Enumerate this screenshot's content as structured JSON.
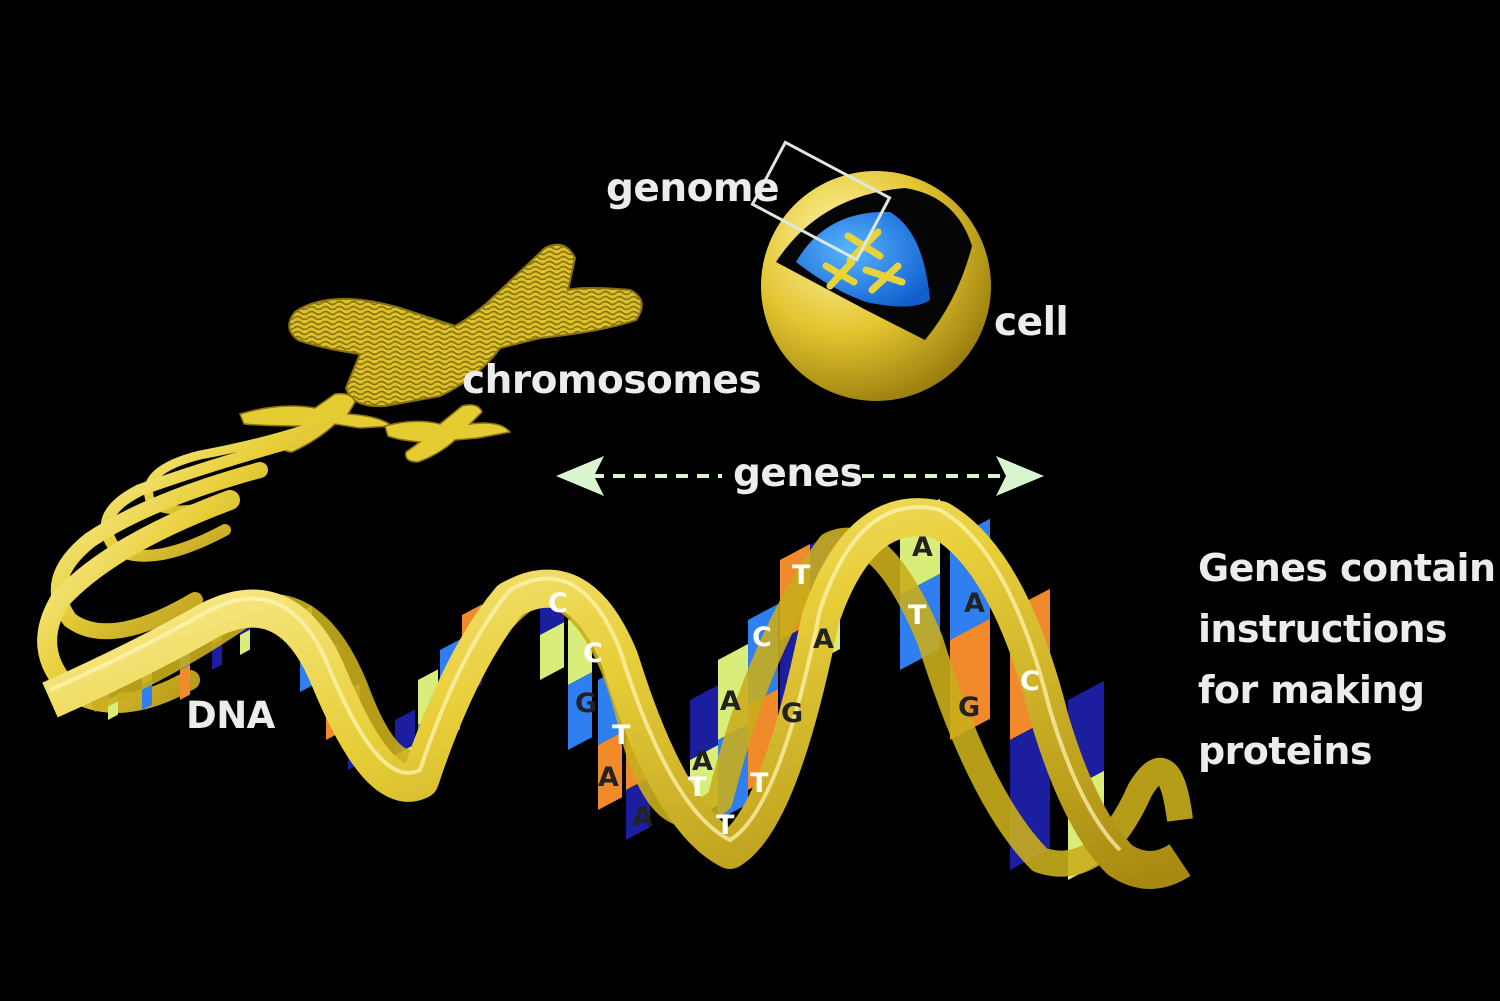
{
  "labels": {
    "genome": "genome",
    "cell": "cell",
    "chromosomes": "chromosomes",
    "genes": "genes",
    "dna": "DNA"
  },
  "caption": {
    "lines": [
      "Genes contain",
      "instructions",
      "for making",
      "proteins"
    ]
  },
  "base_letters": [
    "C",
    "C",
    "G",
    "T",
    "A",
    "A",
    "A",
    "A",
    "T",
    "T",
    "C",
    "G",
    "T",
    "A",
    "T",
    "A",
    "T",
    "A",
    "G",
    "C"
  ],
  "colors": {
    "background": "#000000",
    "ribbon": "#e8cf3a",
    "ribbon_highlight": "#fff3a0",
    "adenine": "#d9ee7a",
    "thymine": "#1b1e9e",
    "cytosine": "#2f7ff0",
    "guanine": "#f08a2a",
    "nucleus": "#1f8ef0",
    "arrow": "#d9f5cf",
    "label_text": "#ececec"
  }
}
